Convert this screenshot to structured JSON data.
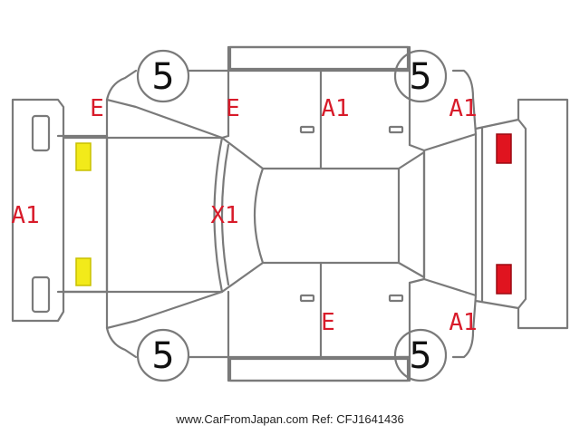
{
  "colors": {
    "outline": "#7a7a7a",
    "damage_code": "#d81b2a",
    "wheel_text": "#111111",
    "front_lamp_fill": "#f2ea1a",
    "front_lamp_stroke": "#c8c000",
    "rear_lamp_fill": "#e0141f",
    "rear_lamp_stroke": "#9c0a12"
  },
  "wheels": {
    "front_left": "5",
    "rear_left": "5",
    "front_right": "5",
    "rear_right": "5"
  },
  "codes": {
    "front_bumper": "A1",
    "left_front_fender": "E",
    "left_front_door": "E",
    "left_rear_door": "A1",
    "left_rear_quarter": "A1",
    "windshield": "X1",
    "right_rear_door": "E",
    "right_rear_quarter": "A1"
  },
  "icons": {
    "front_lamps": "headlamp-icon",
    "rear_lamps": "taillamp-icon"
  },
  "footer": {
    "site": "www.CarFromJapan.com",
    "ref": "Ref: CFJ1641436"
  }
}
